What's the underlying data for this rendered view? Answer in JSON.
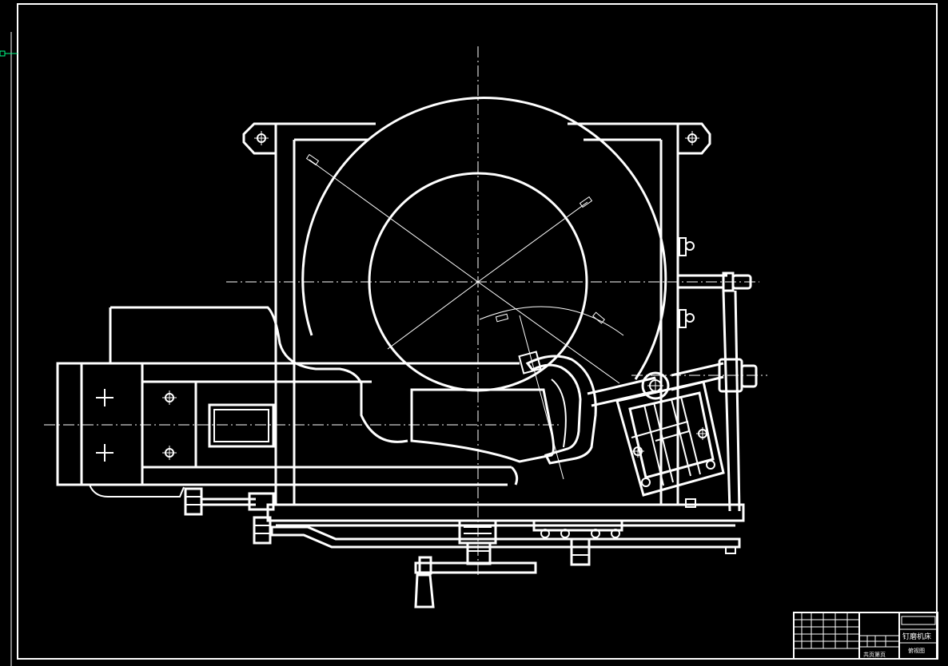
{
  "drawing": {
    "background": "#000000",
    "line_color": "#ffffff",
    "marker_color": "#00ff88"
  },
  "title_block": {
    "part_name": "钉磨机床",
    "drawing_type": "俯视图",
    "note": "共页第页"
  }
}
